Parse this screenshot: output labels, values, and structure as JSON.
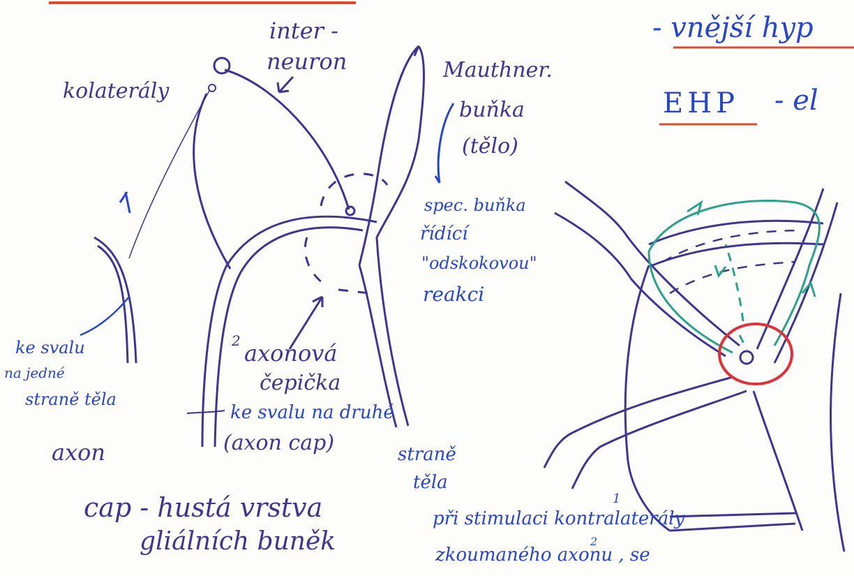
{
  "labels": {
    "inter": "inter -",
    "neuron": "neuron",
    "kolateraly": "kolaterály",
    "mauthner": "Mauthner.",
    "bunka": "buňka",
    "telo": "(tělo)",
    "spec": "spec. buňka",
    "ridici": "řídící",
    "odskokovou": "\"odskokovou\"",
    "reakci": "reakci",
    "one_left": "1",
    "ke_svalu": "ke svalu",
    "na_jedne": "na jedné",
    "strane_tela": "straně těla",
    "axon": "axon",
    "two_small": "2",
    "axonova": "axonová",
    "cepicka": "čepička",
    "ke_svalu_druhe": "ke svalu na druhé",
    "axon_cap": "(axon cap)",
    "strane2": "straně",
    "tela2": "těla",
    "cap_line1": "cap - hustá vrstva",
    "cap_line2": "gliálních buněk",
    "pri_line1": "při stimulaci kontralaterály",
    "pri_line2": "zkoumaného axonu , se",
    "one_bottom": "1",
    "two_bottom": "2",
    "vnejsi": "- vnější hyp",
    "ehp": "EHP",
    "el": "- el"
  },
  "colors": {
    "purple_ink": "#3f3590",
    "blue_ink": "#2746c6",
    "green_ink": "#2aa18a",
    "red_ink": "#e0303a",
    "orange_underline": "#e04a2a"
  }
}
